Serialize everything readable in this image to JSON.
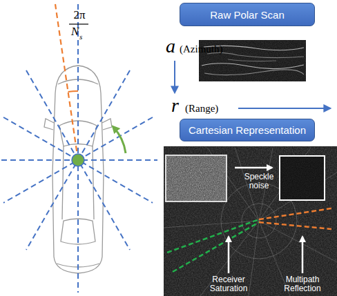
{
  "diagram": {
    "nodes": [
      {
        "text": [
          "Raw Polar Scan"
        ]
      },
      {
        "text": [
          "Cartesian Representation"
        ]
      }
    ],
    "labels": [
      "2π",
      "N",
      "s",
      "a",
      "(Azimuth)",
      "r",
      "(Range)",
      "Speckle noise",
      "Receiver Saturation",
      "Multipath Reflection"
    ]
  }
}
